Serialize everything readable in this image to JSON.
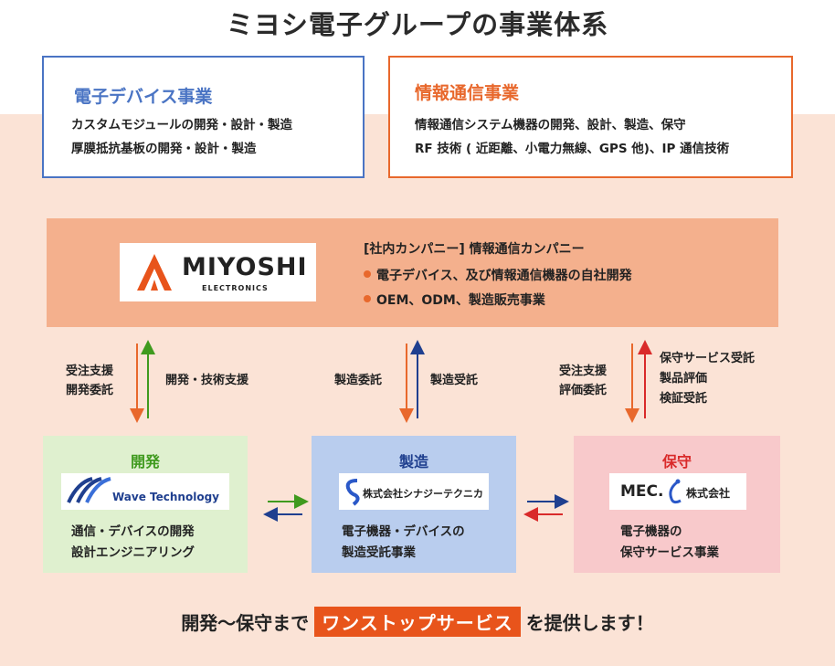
{
  "title": "ミヨシ電子グループの事業体系",
  "devices_box": {
    "title": "電子デバイス事業",
    "lines": [
      "カスタムモジュールの開発・設計・製造",
      "厚膜抵抗基板の開発・設計・製造"
    ]
  },
  "info_box": {
    "title": "情報通信事業",
    "lines": [
      "情報通信システム機器の開発、設計、製造、保守",
      "RF 技術 ( 近距離、小電力無線、GPS 他)、IP 通信技術"
    ]
  },
  "company": {
    "logo_name": "MIYOSHI",
    "logo_sub": "ELECTRONICS",
    "heading": "[社内カンパニー] 情報通信カンパニー",
    "bullets": [
      "電子デバイス、及び情報通信機器の自社開発",
      "OEM、ODM、製造販売事業"
    ]
  },
  "flows": {
    "left_down": [
      "受注支援",
      "開発委託"
    ],
    "left_up": "開発・技術支援",
    "center_down": "製造委託",
    "center_up": "製造受託",
    "right_down": [
      "受注支援",
      "評価委託"
    ],
    "right_up": [
      "保守サービス受託",
      "製品評価",
      "検証受託"
    ]
  },
  "units": {
    "development": {
      "title": "開発",
      "logo": "Wave Technology",
      "lines": [
        "通信・デバイスの開発",
        "設計エンジニアリング"
      ]
    },
    "manufacturing": {
      "title": "製造",
      "logo": "株式会社シナジーテクニカ",
      "lines": [
        "電子機器・デバイスの",
        "製造受託事業"
      ]
    },
    "maintenance": {
      "title": "保守",
      "logo_a": "MEC.",
      "logo_b": "株式会社",
      "lines": [
        "電子機器の",
        "保守サービス事業"
      ]
    }
  },
  "bottom": {
    "prefix": "開発〜保守まで",
    "highlight": "ワンストップサービス",
    "suffix": "を提供します！"
  },
  "colors": {
    "blue": "#4a74c4",
    "orange": "#e8682c",
    "green": "#3f9a1e",
    "red": "#d92a2a",
    "navy": "#1f3f8f"
  }
}
